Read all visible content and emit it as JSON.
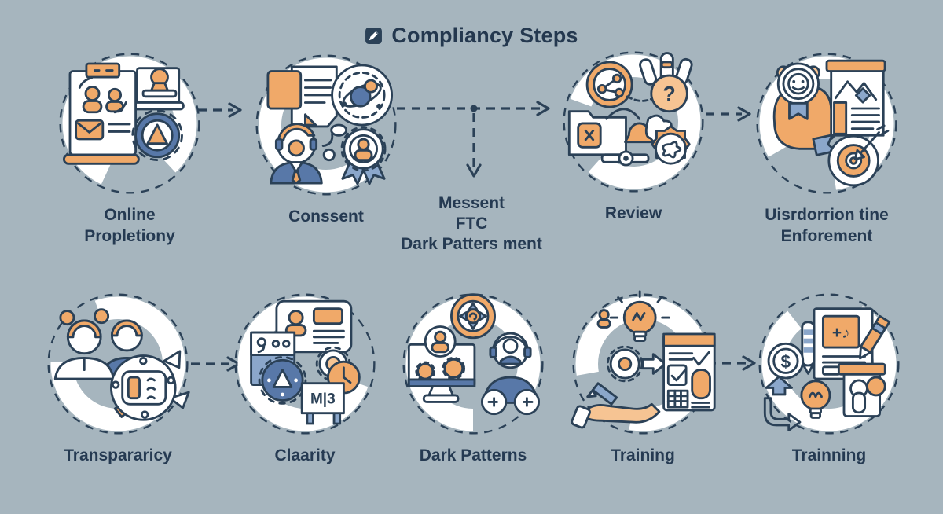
{
  "title": {
    "text": "Compliancy Steps",
    "icon": "edit-icon"
  },
  "steps": {
    "row1": [
      {
        "label": "Online\nPropletiony",
        "icon": "audit-document-gear-icon"
      },
      {
        "label": "Conssent",
        "icon": "consent-person-document-icon"
      },
      {
        "label": "Messent\nFTC\nDark Patters ment",
        "icon": "none-text-only"
      },
      {
        "label": "Review",
        "icon": "review-folder-alert-icon",
        "glyph_question": "?"
      },
      {
        "label": "Uisrdorrion tine\nEnforement",
        "icon": "enforcement-target-chart-icon"
      }
    ],
    "row2": [
      {
        "label": "Transpararicy",
        "icon": "people-inspection-icon"
      },
      {
        "label": "Claarity",
        "icon": "id-card-gauge-icon",
        "glyph_sign": "M|3"
      },
      {
        "label": "Dark Patterns",
        "icon": "monitor-support-compass-icon"
      },
      {
        "label": "Training",
        "icon": "hand-gear-checklist-icon"
      },
      {
        "label": "Trainning",
        "icon": "document-coin-ideas-icon",
        "glyph_music": "+♪",
        "glyph_dollar": "$"
      }
    ]
  },
  "colors": {
    "background": "#a6b5be",
    "text": "#253a52",
    "outline": "#2b4157",
    "orange": "#f0a969",
    "light_orange": "#f6c493",
    "blue": "#5878a8",
    "light_blue": "#8ba7cb",
    "white": "#ffffff"
  }
}
